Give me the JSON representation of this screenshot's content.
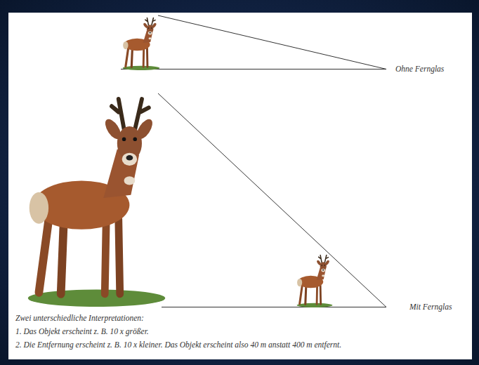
{
  "diagram": {
    "labels": [
      "Ohne Fernglas",
      "Mit Fernglas",
      "Zwei unterschiedliche Interpretationen:",
      "1. Das Objekt erscheint z. B. 10 x größer.",
      "2. Die Entfernung erscheint z. B. 10 x kleiner. Das Objekt erscheint also 40 m anstatt 400 m entfernt."
    ]
  }
}
